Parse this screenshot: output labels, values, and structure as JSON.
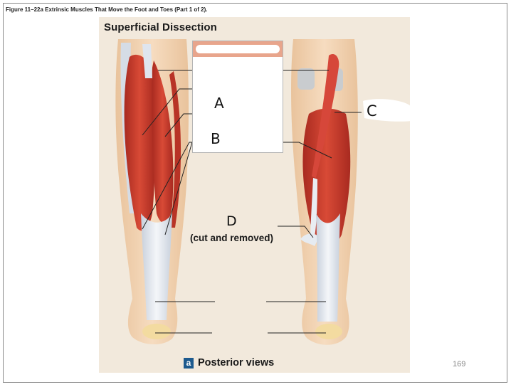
{
  "figure_title": "Figure 11–22a Extrinsic Muscles That Move the Foot and Toes (Part 1 of 2).",
  "panel_title": "Superficial Dissection",
  "handwritten_labels": {
    "a": "A",
    "b": "B",
    "c": "C",
    "d": "D"
  },
  "cut_note": "(cut and removed)",
  "panel_letter": "a",
  "panel_caption": "Posterior views",
  "page_number": "169",
  "colors": {
    "muscle": "#c93a2d",
    "tendon": "#e4e9ef",
    "skin": "#f0d3b3",
    "background": "#f2e9dc",
    "label_band": "#e8a58c",
    "caption_badge": "#1d5a8e"
  }
}
